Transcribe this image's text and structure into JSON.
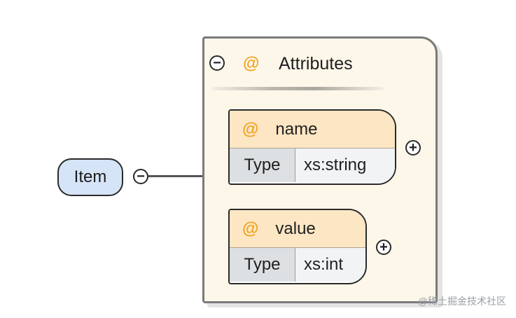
{
  "element": {
    "label": "Item"
  },
  "toggles": {
    "collapse_symbol": "−",
    "expand_symbol": "+"
  },
  "group": {
    "icon": "@",
    "title": "Attributes"
  },
  "attributes": [
    {
      "icon": "@",
      "name": "name",
      "key": "Type",
      "value": "xs:string"
    },
    {
      "icon": "@",
      "name": "value",
      "key": "Type",
      "value": "xs:int"
    }
  ],
  "watermark": "@稀土掘金技术社区",
  "colors": {
    "element_fill": "#d6e4f7",
    "group_fill": "#fdf7e9",
    "attribute_header": "#fde6c4",
    "attribute_icon": "#f0a321"
  }
}
